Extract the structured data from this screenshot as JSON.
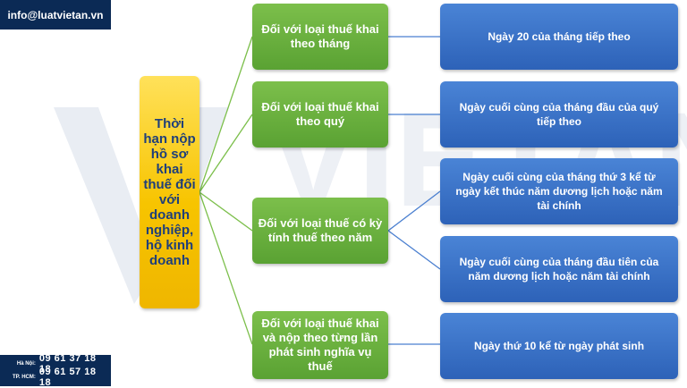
{
  "header": {
    "site": "info@luatvietan.vn"
  },
  "watermark": {
    "text": "VIETAN LAW"
  },
  "root": {
    "label": "Thời hạn nộp hồ sơ khai thuế đối với doanh nghiệp, hộ kinh doanh"
  },
  "categories": [
    {
      "label": "Đối với loại thuế khai theo tháng"
    },
    {
      "label": "Đối với loại thuế khai theo quý"
    },
    {
      "label": "Đối với loại thuế có kỳ tính thuế theo năm"
    },
    {
      "label": "Đối với loại thuế khai và nộp theo từng lần phát sinh nghĩa vụ thuế"
    }
  ],
  "deadlines": [
    {
      "label": "Ngày 20 của tháng tiếp theo"
    },
    {
      "label": "Ngày cuối cùng của tháng đầu của quý tiếp theo"
    },
    {
      "label": "Ngày cuối cùng của tháng thứ 3 kể từ ngày kết thúc năm dương lịch hoặc năm tài chính"
    },
    {
      "label": "Ngày cuối cùng của tháng đầu tiên của năm dương lịch hoặc năm tài chính"
    },
    {
      "label": "Ngày thứ 10 kể từ ngày phát sinh"
    }
  ],
  "hotline": {
    "hanoi_label": "Hà Nội:",
    "hanoi_number": "09 61 37 18 18",
    "hcm_label": "TP. HCM:",
    "hcm_number": "09 61 57 18 18"
  },
  "colors": {
    "root": "#f7c400",
    "category": "#5aa233",
    "deadline": "#3a72c8",
    "connector_green": "#7cbf4b",
    "connector_blue": "#4a7fd0",
    "brand": "#0b2a55"
  }
}
